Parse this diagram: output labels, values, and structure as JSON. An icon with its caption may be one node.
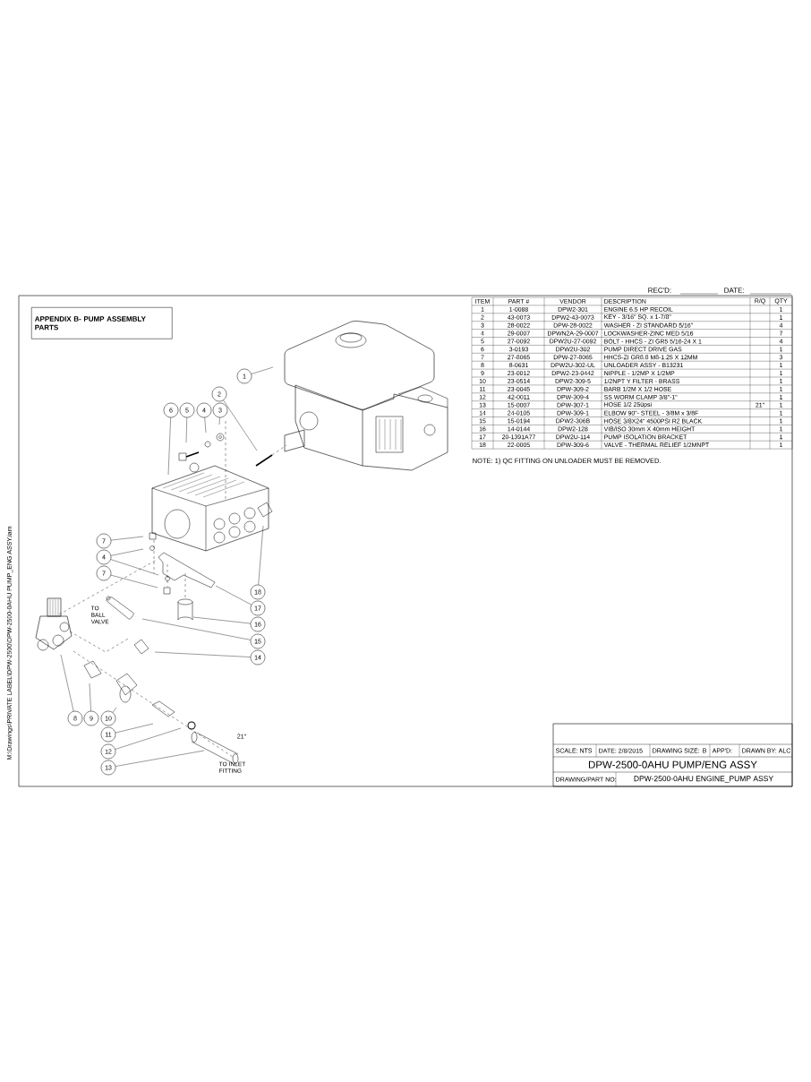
{
  "diagram": {
    "nodes": [
      {
        "text": [
          "APPENDIX B- PUMP ASSEMBLY PARTS"
        ]
      },
      {
        "text": [
          "1"
        ]
      },
      {
        "text": [
          "2"
        ]
      },
      {
        "text": [
          "6"
        ]
      },
      {
        "text": [
          "5"
        ]
      },
      {
        "text": [
          "4"
        ]
      },
      {
        "text": [
          "3"
        ]
      },
      {
        "text": [
          "7"
        ]
      },
      {
        "text": [
          "4"
        ]
      },
      {
        "text": [
          "7"
        ]
      },
      {
        "text": [
          "18"
        ]
      },
      {
        "text": [
          "17"
        ]
      },
      {
        "text": [
          "16"
        ]
      },
      {
        "text": [
          "15"
        ]
      },
      {
        "text": [
          "14"
        ]
      },
      {
        "text": [
          "8"
        ]
      },
      {
        "text": [
          "9"
        ]
      },
      {
        "text": [
          "10"
        ]
      },
      {
        "text": [
          "11"
        ]
      },
      {
        "text": [
          "12"
        ]
      },
      {
        "text": [
          "13"
        ]
      }
    ],
    "edges": [
      {
        "from": 1,
        "to": null,
        "arrow": "none"
      },
      {
        "from": 2,
        "to": null,
        "arrow": "none"
      },
      {
        "from": 3,
        "to": null,
        "arrow": "none"
      },
      {
        "from": 4,
        "to": null,
        "arrow": "none"
      },
      {
        "from": 5,
        "to": null,
        "arrow": "none"
      },
      {
        "from": 6,
        "to": null,
        "arrow": "none"
      },
      {
        "from": 7,
        "to": null,
        "arrow": "none"
      },
      {
        "from": 8,
        "to": null,
        "arrow": "none"
      },
      {
        "from": 8,
        "to": null,
        "arrow": "none"
      },
      {
        "from": 9,
        "to": null,
        "arrow": "none"
      },
      {
        "from": 10,
        "to": null,
        "arrow": "none"
      },
      {
        "from": 11,
        "to": null,
        "arrow": "none"
      },
      {
        "from": 12,
        "to": null,
        "arrow": "none"
      },
      {
        "from": 13,
        "to": null,
        "arrow": "none"
      },
      {
        "from": 14,
        "to": null,
        "arrow": "none"
      },
      {
        "from": 15,
        "to": null,
        "arrow": "none"
      },
      {
        "from": 16,
        "to": null,
        "arrow": "none"
      },
      {
        "from": 17,
        "to": null,
        "arrow": "none"
      },
      {
        "from": 18,
        "to": null,
        "arrow": "none"
      },
      {
        "from": 19,
        "to": null,
        "arrow": "none"
      },
      {
        "from": 20,
        "to": null,
        "arrow": "none"
      }
    ],
    "labels": [
      "REC'D:",
      "DATE:",
      "ITEM",
      "PART #",
      "VENDOR",
      "DESCRIPTION",
      "R/Q",
      "QTY",
      "1",
      "1-0088",
      "DPW2-301",
      "ENGINE 6.5 HP RECOIL",
      "1",
      "2",
      "43-0073",
      "DPW2-43-0073",
      "KEY - 3/16\" SQ. x 1-7/8\"",
      "1",
      "3",
      "28-0022",
      "DPW-28-0022",
      "WASHER - ZI STANDARD 5/16\"",
      "4",
      "4",
      "29-0007",
      "DPWN2A-29-0007",
      "LOCKWASHER-ZINC MED 5/16",
      "7",
      "5",
      "27-0092",
      "DPW2U-27-0092",
      "BOLT - HHCS - ZI GR5 5/16-24 X 1",
      "4",
      "6",
      "3-0193",
      "DPW2U-302",
      "PUMP DIRECT DRIVE GAS",
      "1",
      "7",
      "27-8065",
      "DPW-27-8065",
      "HHCS-ZI GR8.8 M8-1.25 X 12MM",
      "3",
      "8",
      "8-0631",
      "DPW2U-302-UL",
      "UNLOADER ASSY - B13231",
      "1",
      "9",
      "23-0012",
      "DPW2-23-0442",
      "NIPPLE - 1/2MP X 1/2MP",
      "1",
      "10",
      "23-0514",
      "DPW2-309-5",
      "1/2NPT Y FILTER - BRASS",
      "1",
      "11",
      "23-0045",
      "DPW-309-2",
      "BARB 1/2M X 1/2 HOSE",
      "1",
      "12",
      "42-0011",
      "DPW-309-4",
      "SS WORM CLAMP 3/8\"-1\"",
      "1",
      "13",
      "15-0007",
      "DPW-307-1",
      "HOSE 1/2 250psi",
      "21\"",
      "1",
      "14",
      "24-0105",
      "DPW-309-1",
      "ELBOW 90\"- STEEL - 3/8M x 3/8F",
      "1",
      "15",
      "15-0194",
      "DPW2-306B",
      "HOSE 3/8X24\" 4500PSI R2 BLACK",
      "1",
      "16",
      "14-0144",
      "DPW2-128",
      "VIB/ISO 30mm X 40mm HEIGHT",
      "1",
      "17",
      "20-1391A77",
      "DPW2U-114",
      "PUMP ISOLATION BRACKET",
      "1",
      "18",
      "22-0005",
      "DPW-309-6",
      "VALVE - THERMAL RELIEF 1/2MNPT",
      "1",
      "NOTE: 1) QC FITTING ON UNLOADER MUST BE REMOVED.",
      "TO BALL VALVE",
      "21\"",
      "TO INLET FITTING",
      "SCALE: NTS",
      "DATE: 2/8/2015",
      "DRAWING SIZE:",
      "B",
      "APP'D:",
      "DRAWN BY: ALC",
      "DPW-2500-0AHU PUMP/ENG ASSY",
      "DRAWING/PART NO:",
      "DPW-2500-0AHU ENGINE_PUMP ASSY",
      "M:\\Drawings\\PRIVATE LABEL\\DPW-2500\\DPW-2500-0AHU PUMP_ENG ASSY.iam"
    ]
  }
}
